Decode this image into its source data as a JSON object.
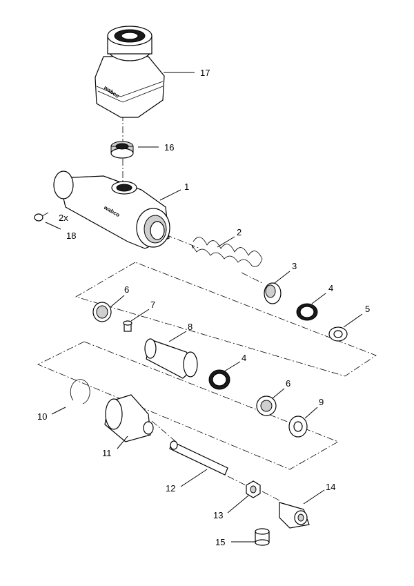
{
  "callouts": {
    "c1": "1",
    "c2": "2",
    "c3": "3",
    "c4a": "4",
    "c4b": "4",
    "c5": "5",
    "c6a": "6",
    "c6b": "6",
    "c7": "7",
    "c8": "8",
    "c9": "9",
    "c10": "10",
    "c11": "11",
    "c12": "12",
    "c13": "13",
    "c14": "14",
    "c15": "15",
    "c16": "16",
    "c17": "17",
    "c18": "18",
    "qty18": "2x"
  },
  "brand_marks": {
    "reservoir": "wabco",
    "cylinder": "wabco"
  }
}
